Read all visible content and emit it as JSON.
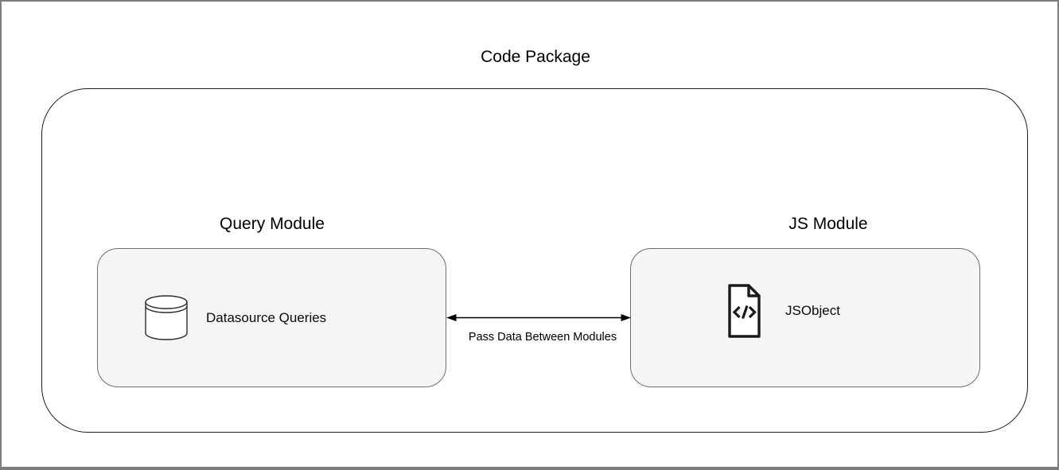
{
  "window": {
    "background": "#ffffff",
    "border_color": "#7d7d7d"
  },
  "diagram": {
    "title": "Code Package",
    "query_module": {
      "title": "Query Module",
      "item_label": "Datasource Queries",
      "icon": "database-icon"
    },
    "js_module": {
      "title": "JS Module",
      "item_label": "JSObject",
      "icon": "code-file-icon"
    },
    "connector": {
      "type": "bidirectional-arrow",
      "label": "Pass Data Between Modules"
    },
    "colors": {
      "module_fill": "#f5f5f5",
      "module_stroke": "#6e6e6e",
      "container_stroke": "#1c1c1c",
      "text": "#000000",
      "arrow": "#000000"
    }
  }
}
